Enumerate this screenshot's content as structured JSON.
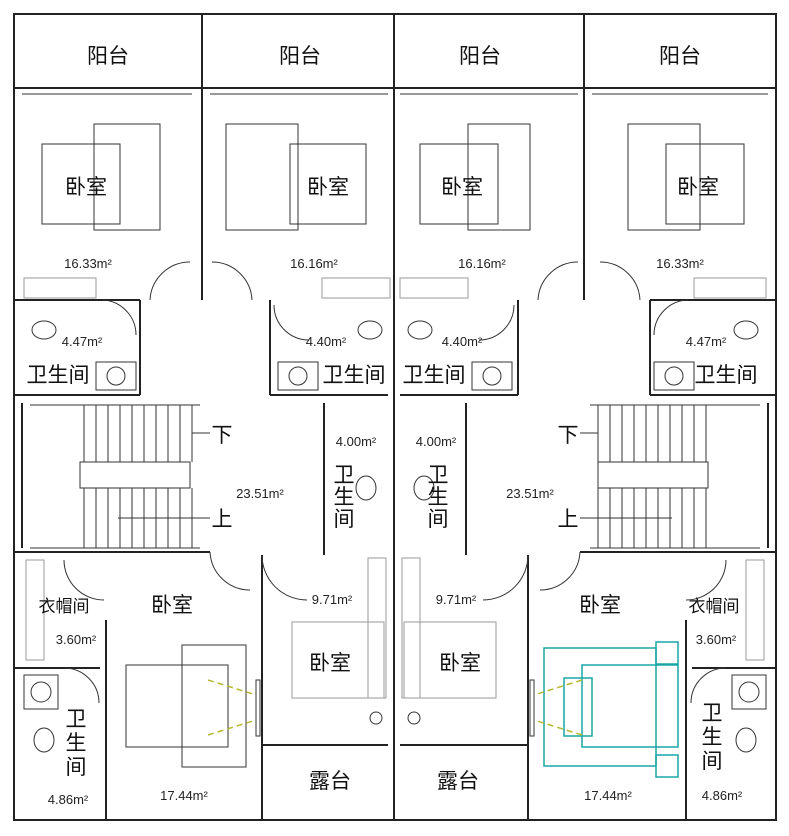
{
  "labels": {
    "balcony": "阳台",
    "bedroom": "卧室",
    "bathroom": "卫生间",
    "bath_v1": "卫",
    "bath_v2": "生",
    "bath_v3": "间",
    "cloakroom": "衣帽间",
    "terrace": "露台",
    "down": "下",
    "up": "上"
  },
  "areas": {
    "bed_outer_top": "16.33m²",
    "bed_inner_top": "16.16m²",
    "bath_outer_top": "4.47m²",
    "bath_inner_top": "4.40m²",
    "bath_center": "4.00m²",
    "hall": "23.51m²",
    "bed_small": "9.71m²",
    "cloak": "3.60m²",
    "bed_large": "17.44m²",
    "bath_corner": "4.86m²"
  },
  "colors": {
    "wall": "#222222",
    "furniture": "#333333",
    "highlight": "#1aa6a6",
    "sightline": "#b5b832"
  }
}
